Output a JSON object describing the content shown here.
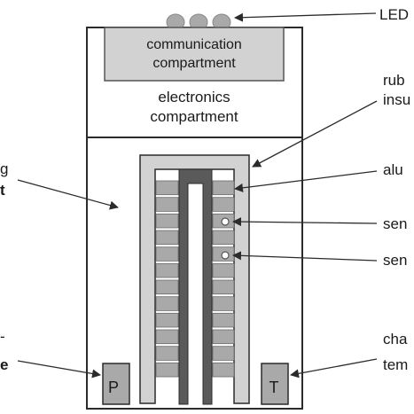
{
  "labels": {
    "led": "LED",
    "communication_line1": "communication",
    "communication_line2": "compartment",
    "electronics_line1": "electronics",
    "electronics_line2": "compartment",
    "rubber_line1": "rub",
    "rubber_line2": "insu",
    "aluminium": "alu",
    "sensor_1": "sen",
    "sensor_2": "sen",
    "chamber_line1": "cha",
    "chamber_line2": "tem",
    "left_top_line1": "g",
    "left_top_line2": "t",
    "left_bottom_line1": "-",
    "left_bottom_line2": "e",
    "pressure_box": "P",
    "temperature_box": "T"
  },
  "colors": {
    "outline": "#2b2b2b",
    "light_gray": "#d2d2d2",
    "medium_gray": "#a9a9a9",
    "dark_gray": "#5a5a5a",
    "white": "#ffffff"
  },
  "plates": {
    "left_stack_count": 12,
    "right_stack_count": 12
  },
  "sensor_markers": 2
}
